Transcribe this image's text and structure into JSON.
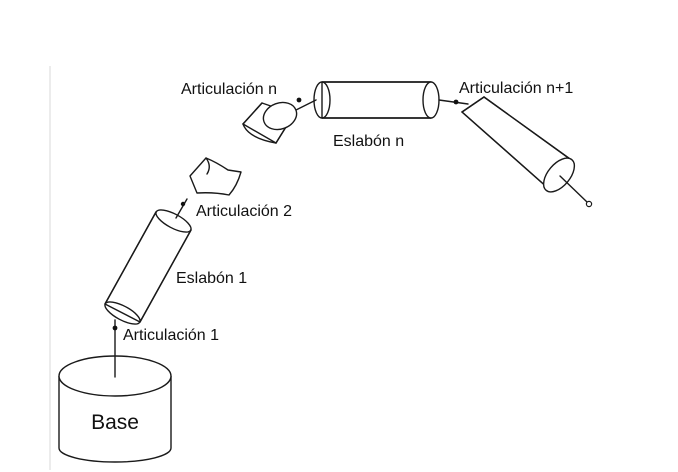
{
  "diagram": {
    "base": {
      "label": "Base"
    },
    "labels": {
      "articulacion_1": "Articulación 1",
      "eslabon_1": "Eslabón 1",
      "articulacion_2": "Articulación 2",
      "articulacion_n": "Articulación n",
      "eslabon_n": "Eslabón n",
      "articulacion_n1": "Articulación n+1"
    },
    "colors": {
      "stroke": "#1a1a1a",
      "text": "#111111",
      "background": "#ffffff"
    }
  }
}
